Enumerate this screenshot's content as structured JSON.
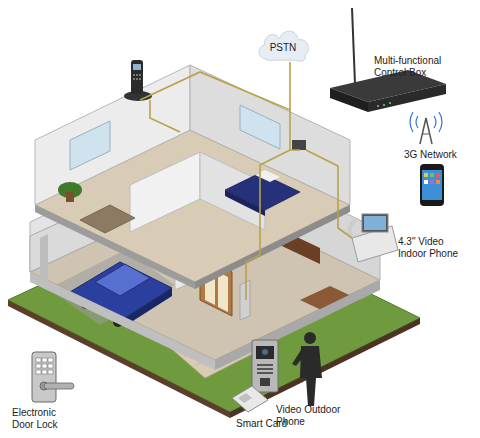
{
  "diagram": {
    "nodes": [
      {
        "text": [
          "PSTN"
        ]
      }
    ],
    "labels": [
      "Multi-functional Control Box",
      "3G Network",
      "4.3\" Video Indoor Phone",
      "Electronic Door Lock",
      "Smart Card",
      "Video Outdoor Phone"
    ]
  }
}
